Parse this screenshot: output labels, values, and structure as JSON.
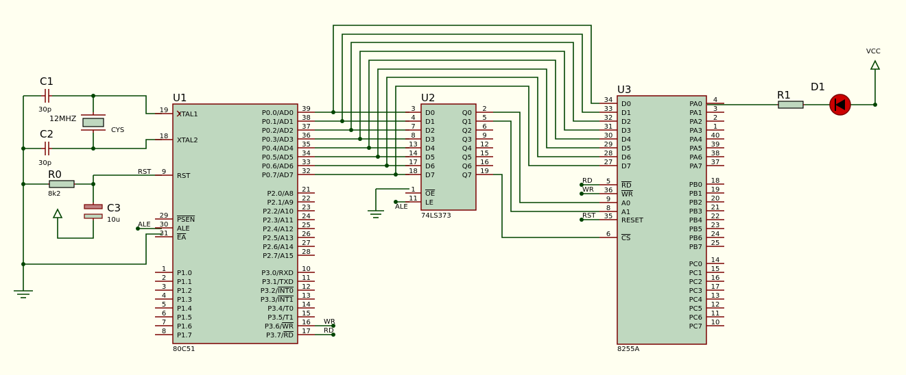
{
  "colors": {
    "background": "#fffff0",
    "chip_fill": "#bfd8bf",
    "pin": "#7a0000",
    "wire": "#004400",
    "led": "#cc0000"
  },
  "u1": {
    "ref": "U1",
    "type": "80C51",
    "left_pins": [
      {
        "num": "19",
        "name": "XTAL1"
      },
      {
        "num": "18",
        "name": "XTAL2"
      },
      {
        "num": "9",
        "name": "RST"
      },
      {
        "num": "29",
        "name": "PSEN"
      },
      {
        "num": "30",
        "name": "ALE"
      },
      {
        "num": "31",
        "name": "EA"
      },
      {
        "num": "1",
        "name": "P1.0"
      },
      {
        "num": "2",
        "name": "P1.1"
      },
      {
        "num": "3",
        "name": "P1.2"
      },
      {
        "num": "4",
        "name": "P1.3"
      },
      {
        "num": "5",
        "name": "P1.4"
      },
      {
        "num": "6",
        "name": "P1.5"
      },
      {
        "num": "7",
        "name": "P1.6"
      },
      {
        "num": "8",
        "name": "P1.7"
      }
    ],
    "right_pins": [
      {
        "num": "39",
        "name": "P0.0/AD0"
      },
      {
        "num": "38",
        "name": "P0.1/AD1"
      },
      {
        "num": "37",
        "name": "P0.2/AD2"
      },
      {
        "num": "36",
        "name": "P0.3/AD3"
      },
      {
        "num": "35",
        "name": "P0.4/AD4"
      },
      {
        "num": "34",
        "name": "P0.5/AD5"
      },
      {
        "num": "33",
        "name": "P0.6/AD6"
      },
      {
        "num": "32",
        "name": "P0.7/AD7"
      },
      {
        "num": "21",
        "name": "P2.0/A8"
      },
      {
        "num": "22",
        "name": "P2.1/A9"
      },
      {
        "num": "23",
        "name": "P2.2/A10"
      },
      {
        "num": "24",
        "name": "P2.3/A11"
      },
      {
        "num": "25",
        "name": "P2.4/A12"
      },
      {
        "num": "26",
        "name": "P2.5/A13"
      },
      {
        "num": "27",
        "name": "P2.6/A14"
      },
      {
        "num": "28",
        "name": "P2.7/A15"
      },
      {
        "num": "10",
        "name": "P3.0/RXD"
      },
      {
        "num": "11",
        "name": "P3.1/TXD"
      },
      {
        "num": "12",
        "name": "P3.2/INT0"
      },
      {
        "num": "13",
        "name": "P3.3/INT1"
      },
      {
        "num": "14",
        "name": "P3.4/T0"
      },
      {
        "num": "15",
        "name": "P3.5/T1"
      },
      {
        "num": "16",
        "name": "P3.6/WR"
      },
      {
        "num": "17",
        "name": "P3.7/RD"
      }
    ]
  },
  "u2": {
    "ref": "U2",
    "type": "74LS373",
    "left_pins": [
      {
        "num": "3",
        "name": "D0"
      },
      {
        "num": "4",
        "name": "D1"
      },
      {
        "num": "7",
        "name": "D2"
      },
      {
        "num": "8",
        "name": "D3"
      },
      {
        "num": "13",
        "name": "D4"
      },
      {
        "num": "14",
        "name": "D5"
      },
      {
        "num": "17",
        "name": "D6"
      },
      {
        "num": "18",
        "name": "D7"
      },
      {
        "num": "1",
        "name": "OE"
      },
      {
        "num": "11",
        "name": "LE"
      }
    ],
    "right_pins": [
      {
        "num": "2",
        "name": "Q0"
      },
      {
        "num": "5",
        "name": "Q1"
      },
      {
        "num": "6",
        "name": "Q2"
      },
      {
        "num": "9",
        "name": "Q3"
      },
      {
        "num": "12",
        "name": "Q4"
      },
      {
        "num": "15",
        "name": "Q5"
      },
      {
        "num": "16",
        "name": "Q6"
      },
      {
        "num": "19",
        "name": "Q7"
      }
    ]
  },
  "u3": {
    "ref": "U3",
    "type": "8255A",
    "left_pins": [
      {
        "num": "34",
        "name": "D0"
      },
      {
        "num": "33",
        "name": "D1"
      },
      {
        "num": "32",
        "name": "D2"
      },
      {
        "num": "31",
        "name": "D3"
      },
      {
        "num": "30",
        "name": "D4"
      },
      {
        "num": "29",
        "name": "D5"
      },
      {
        "num": "28",
        "name": "D6"
      },
      {
        "num": "27",
        "name": "D7"
      },
      {
        "num": "5",
        "name": "RD"
      },
      {
        "num": "36",
        "name": "WR"
      },
      {
        "num": "9",
        "name": "A0"
      },
      {
        "num": "8",
        "name": "A1"
      },
      {
        "num": "35",
        "name": "RESET"
      },
      {
        "num": "6",
        "name": "CS"
      }
    ],
    "right_pins": [
      {
        "num": "4",
        "name": "PA0"
      },
      {
        "num": "3",
        "name": "PA1"
      },
      {
        "num": "2",
        "name": "PA2"
      },
      {
        "num": "1",
        "name": "PA3"
      },
      {
        "num": "40",
        "name": "PA4"
      },
      {
        "num": "39",
        "name": "PA5"
      },
      {
        "num": "38",
        "name": "PA6"
      },
      {
        "num": "37",
        "name": "PA7"
      },
      {
        "num": "18",
        "name": "PB0"
      },
      {
        "num": "19",
        "name": "PB1"
      },
      {
        "num": "20",
        "name": "PB2"
      },
      {
        "num": "21",
        "name": "PB3"
      },
      {
        "num": "22",
        "name": "PB4"
      },
      {
        "num": "23",
        "name": "PB5"
      },
      {
        "num": "24",
        "name": "PB6"
      },
      {
        "num": "25",
        "name": "PB7"
      },
      {
        "num": "14",
        "name": "PC0"
      },
      {
        "num": "15",
        "name": "PC1"
      },
      {
        "num": "16",
        "name": "PC2"
      },
      {
        "num": "17",
        "name": "PC3"
      },
      {
        "num": "13",
        "name": "PC4"
      },
      {
        "num": "12",
        "name": "PC5"
      },
      {
        "num": "11",
        "name": "PC6"
      },
      {
        "num": "10",
        "name": "PC7"
      }
    ]
  },
  "components": {
    "c1": {
      "ref": "C1",
      "value": "30p"
    },
    "c2": {
      "ref": "C2",
      "value": "30p"
    },
    "c3": {
      "ref": "C3",
      "value": "10u"
    },
    "r0": {
      "ref": "R0",
      "value": "8k2"
    },
    "r1": {
      "ref": "R1"
    },
    "d1": {
      "ref": "D1"
    },
    "crystal": {
      "freq": "12MHZ",
      "ref": "CYS"
    },
    "vcc": {
      "label": "VCC"
    }
  },
  "net_labels": {
    "rst_u1": "RST",
    "ale_u1": "ALE",
    "wr": "WR",
    "rd": "RD",
    "ale_u2": "ALE",
    "rd_u3": "RD",
    "wr_u3": "WR",
    "rst_u3": "RST"
  }
}
